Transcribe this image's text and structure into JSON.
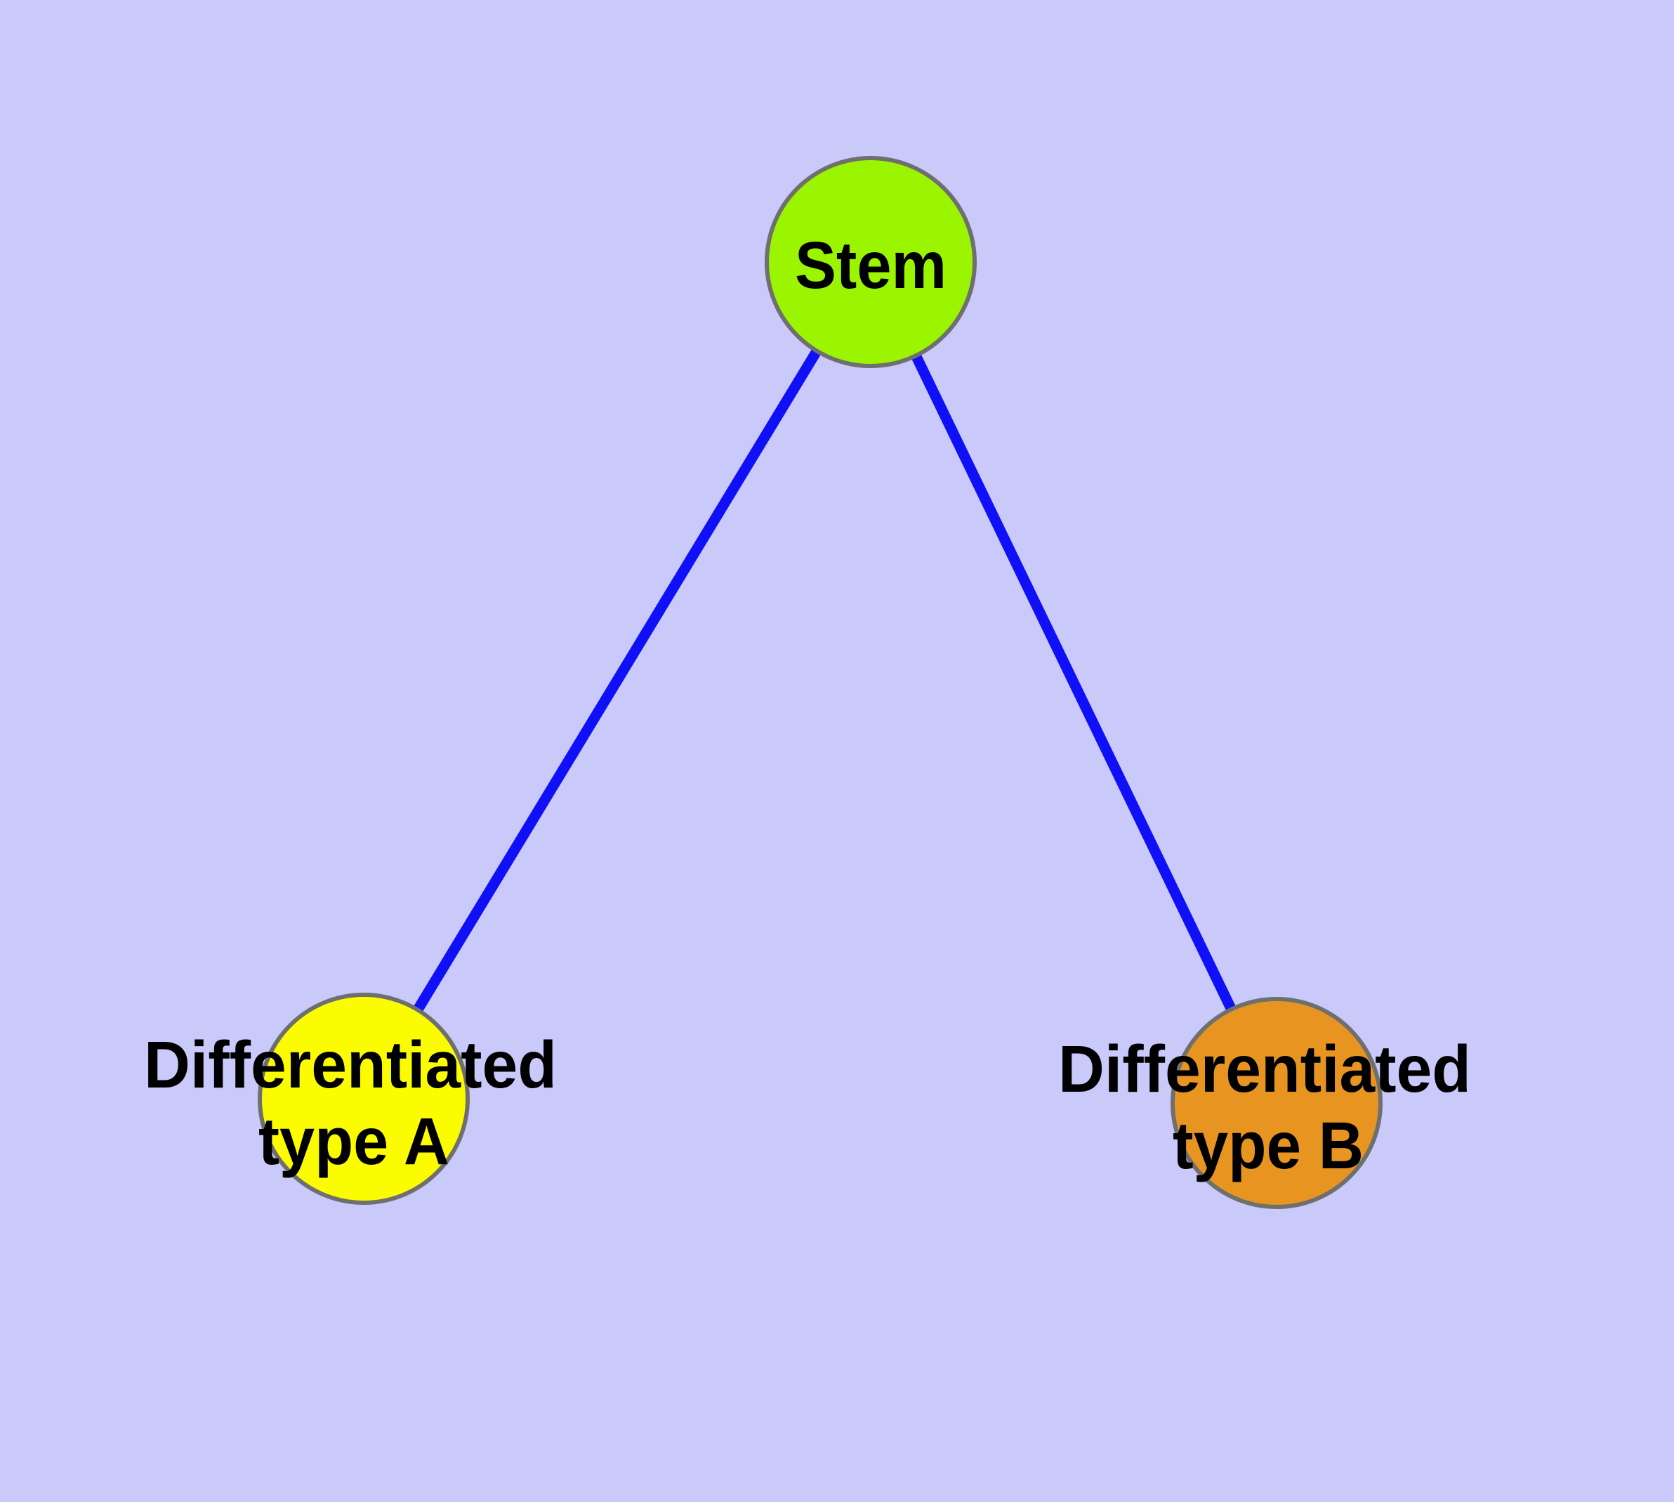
{
  "graph": {
    "background_color": "#C9C9FA",
    "edge_color": "#1010F8",
    "node_border_color": "#6F6F6F",
    "label_color": "#000000",
    "nodes": [
      {
        "id": "stem",
        "label": "Stem",
        "fill": "#9BF500"
      },
      {
        "id": "differentiated-type-a",
        "label_line1": "Differentiated",
        "label_line2": "type A",
        "fill": "#FCFC00"
      },
      {
        "id": "differentiated-type-b",
        "label_line1": "Differentiated",
        "label_line2": "type B",
        "fill": "#E89421"
      }
    ],
    "edges": [
      {
        "from": "stem",
        "to": "differentiated-type-a"
      },
      {
        "from": "stem",
        "to": "differentiated-type-b"
      }
    ]
  }
}
